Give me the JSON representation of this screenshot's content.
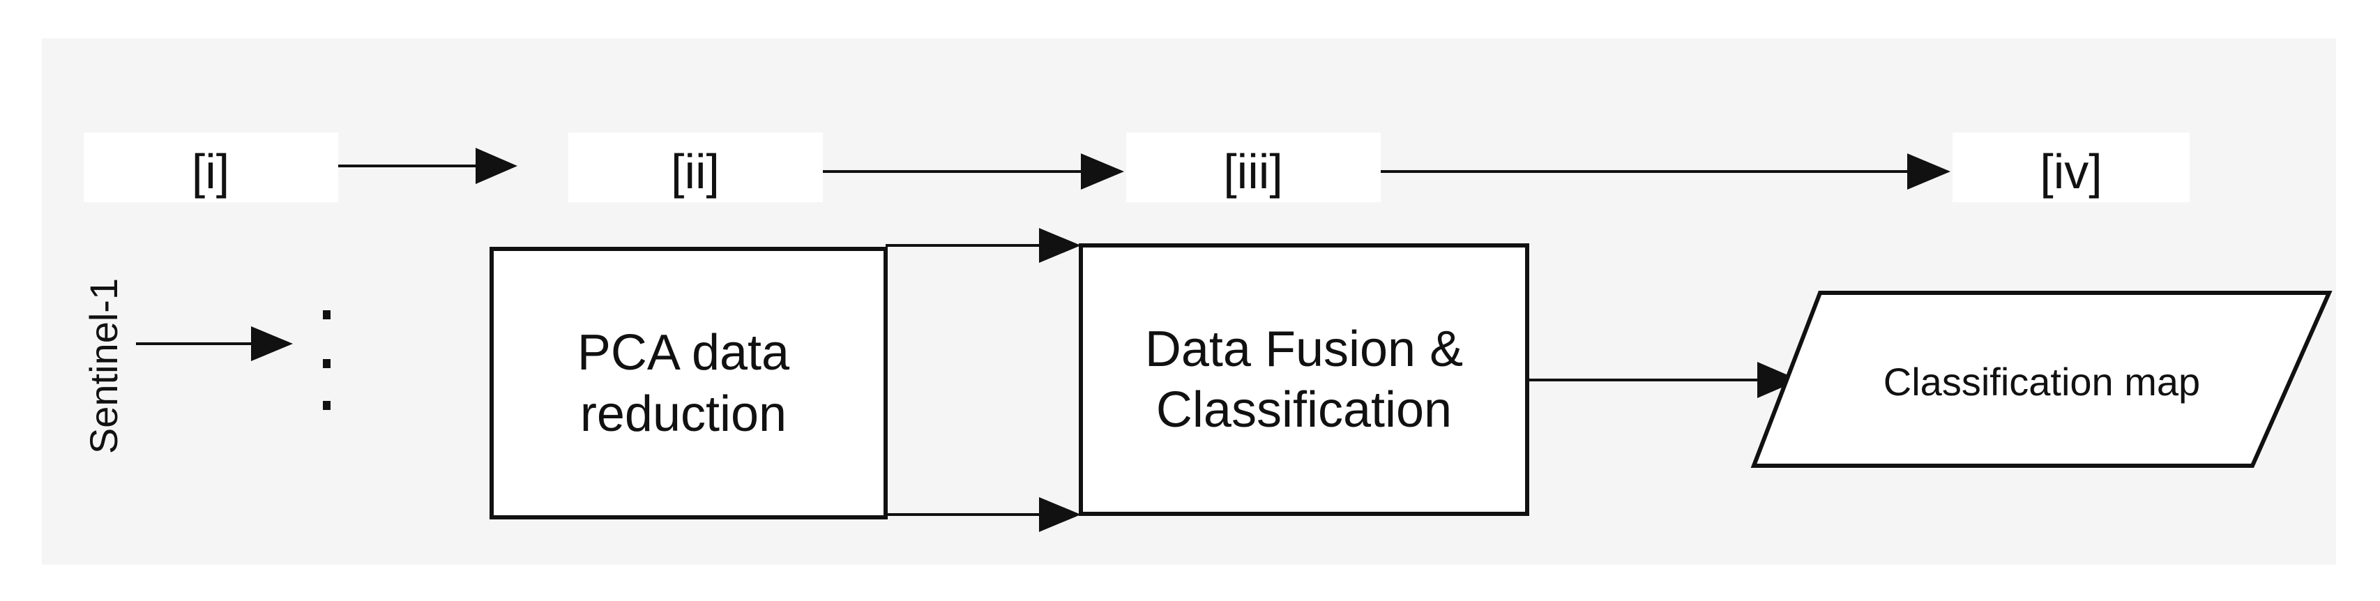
{
  "stages": {
    "s1": "[i]",
    "s2": "[ii]",
    "s3": "[iii]",
    "s4": "[iv]"
  },
  "input": {
    "label": "Sentinel-1",
    "ellipsis": ". . ."
  },
  "boxes": {
    "pca_line1": "PCA data",
    "pca_line2": "reduction",
    "fusion_line1": "Data Fusion &",
    "fusion_line2": "Classification",
    "output": "Classification map"
  },
  "colors": {
    "background": "#ffffff",
    "panel": "#f5f5f5",
    "stroke": "#111111"
  }
}
